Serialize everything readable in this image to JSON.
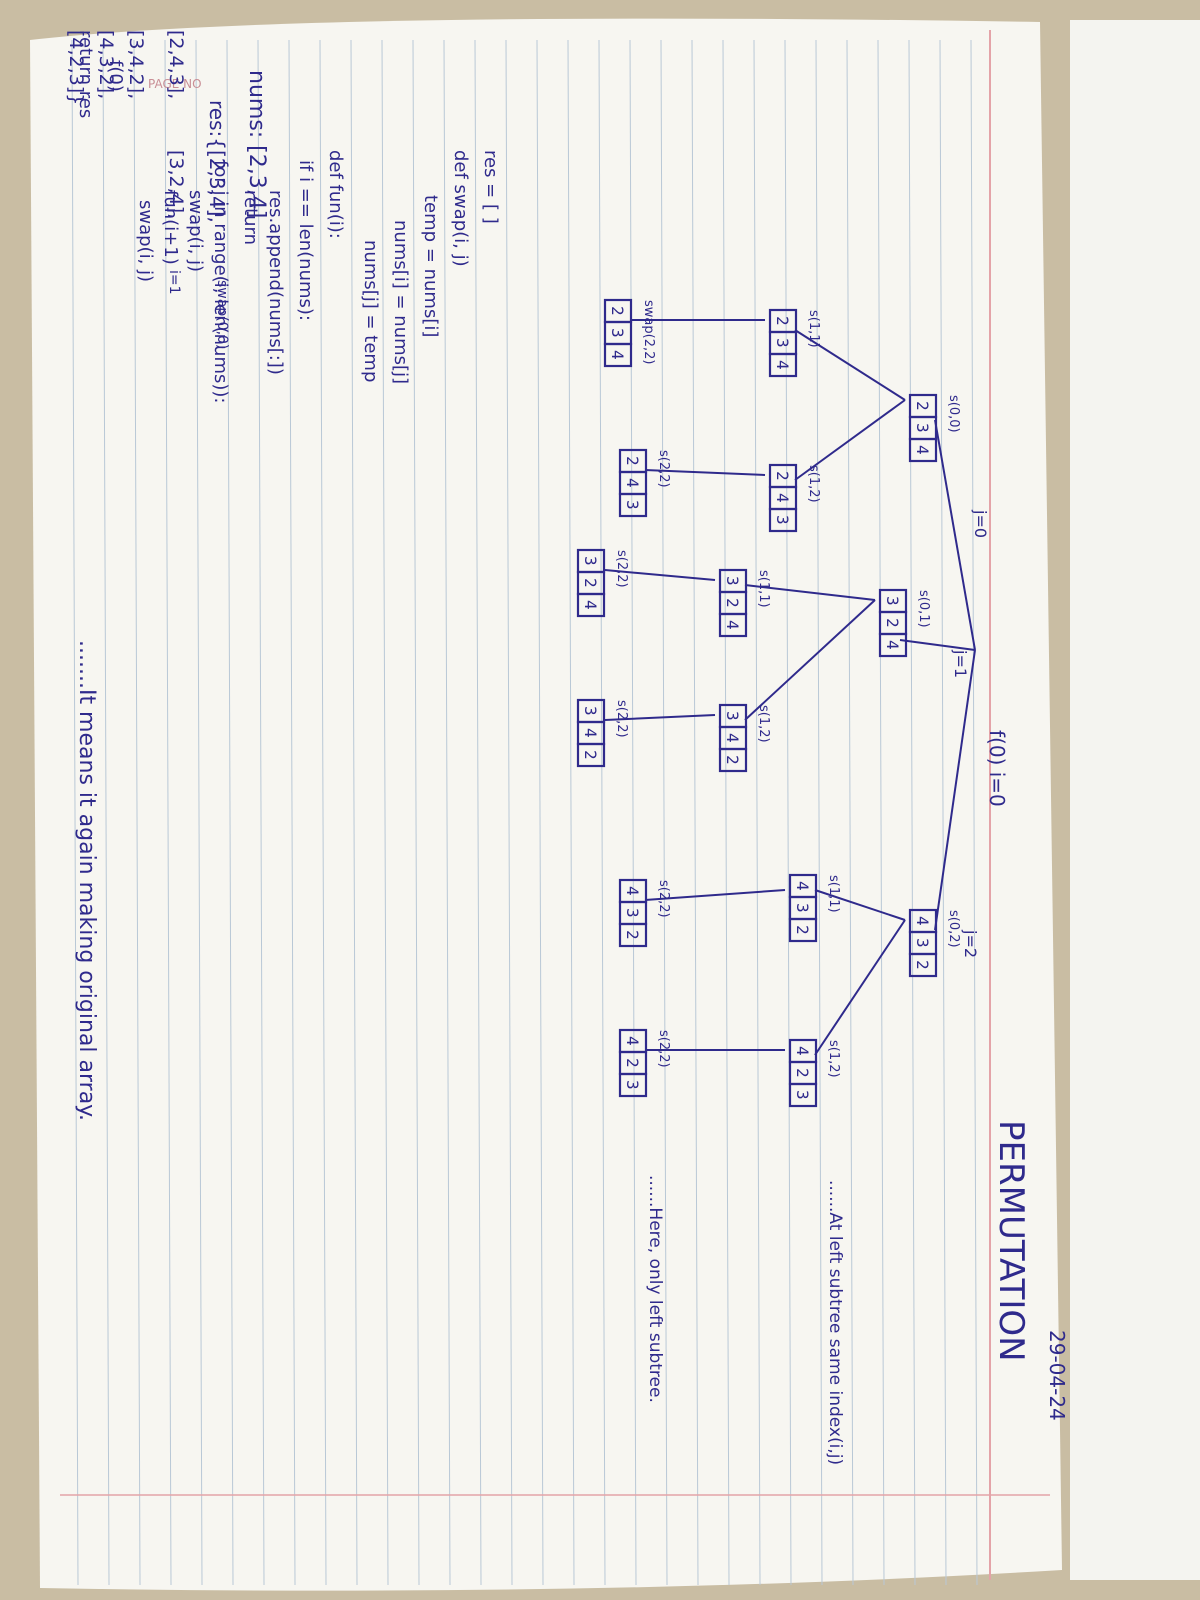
{
  "page_header": {
    "title": "PERMUTATION",
    "date": "29-04-24",
    "page_no_label": "PAGE NO"
  },
  "setup": {
    "nums": "nums: [2,3,4]",
    "res_label": "res:{[2,3,4],",
    "res_items": [
      "[2,4,3],",
      "[3,2,4],",
      "[3,4,2],",
      "[4,3,2],",
      "[4,2,3]}"
    ],
    "swap_root": "swap(0,0)",
    "i_root": "i=1"
  },
  "tree": {
    "root": "f(0) i=0",
    "branch_labels": [
      "j=0",
      "j=1",
      "j=2"
    ],
    "nodes": [
      {
        "cells": [
          "2",
          "3",
          "4"
        ],
        "label": "s(0,0)"
      },
      {
        "cells": [
          "3",
          "2",
          "4"
        ],
        "label": "s(0,1)"
      },
      {
        "cells": [
          "4",
          "3",
          "2"
        ],
        "label": "s(0,2)"
      },
      {
        "cells": [
          "2",
          "3",
          "4"
        ],
        "label": "s(1,1)"
      },
      {
        "cells": [
          "2",
          "4",
          "3"
        ],
        "label": "s(1,2)"
      },
      {
        "cells": [
          "3",
          "2",
          "4"
        ],
        "label": "s(1,1)"
      },
      {
        "cells": [
          "3",
          "4",
          "2"
        ],
        "label": "s(1,2)"
      },
      {
        "cells": [
          "4",
          "3",
          "2"
        ],
        "label": "s(1,1)"
      },
      {
        "cells": [
          "4",
          "2",
          "3"
        ],
        "label": "s(1,2)"
      },
      {
        "cells": [
          "2",
          "3",
          "4"
        ],
        "label": "swap(2,2)"
      },
      {
        "cells": [
          "2",
          "4",
          "3"
        ],
        "label": "s(2,2)"
      },
      {
        "cells": [
          "3",
          "2",
          "4"
        ],
        "label": "s(2,2)"
      },
      {
        "cells": [
          "3",
          "4",
          "2"
        ],
        "label": "s(2,2)"
      },
      {
        "cells": [
          "4",
          "3",
          "2"
        ],
        "label": "s(2,2)"
      },
      {
        "cells": [
          "4",
          "2",
          "3"
        ],
        "label": "s(2,2)"
      }
    ]
  },
  "notes": {
    "left_subtree": "......At left subtree same index(i,j)",
    "only_left": "......Here, only left subtree.",
    "original": ".......It means it again making original array."
  },
  "code": {
    "lines": [
      "res = [ ]",
      "def swap(i, j)",
      "    temp = nums[i]",
      "    nums[i] = nums[j]",
      "    nums[j] = temp",
      "def fun(i):",
      "    if i == len(nums):",
      "        res.append(nums[:])",
      "        return",
      "    for j in range(i, len(nums)):",
      "        swap(i, j)",
      "        fun(i+1)",
      "        swap(i, j)",
      "f(0)",
      "return res"
    ]
  }
}
